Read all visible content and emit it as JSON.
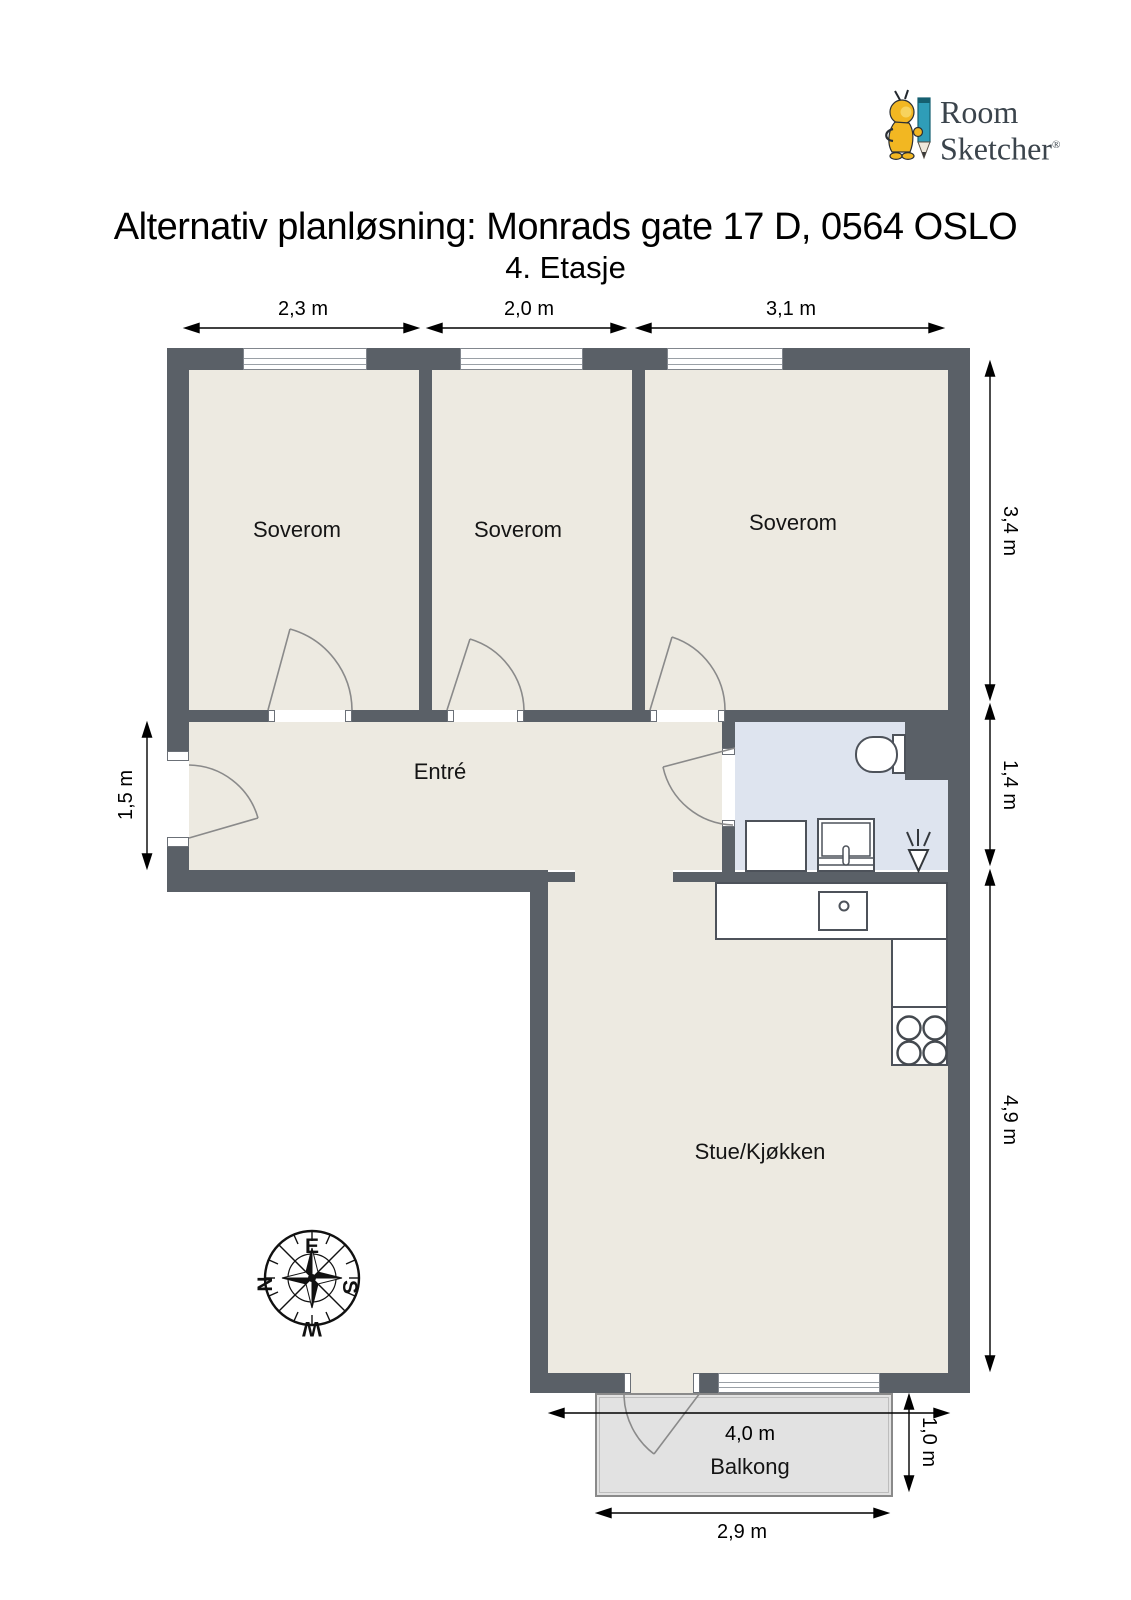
{
  "header": {
    "title": "Alternativ planløsning: Monrads gate 17 D, 0564 OSLO",
    "subtitle": "4. Etasje"
  },
  "logo": {
    "line1": "Room",
    "line2": "Sketcher",
    "registered": "®"
  },
  "rooms": {
    "bedroom1": "Soverom",
    "bedroom2": "Soverom",
    "bedroom3": "Soverom",
    "entry": "Entré",
    "living_kitchen": "Stue/Kjøkken",
    "balcony": "Balkong"
  },
  "dimensions": {
    "bedroom1_width": "2,3 m",
    "bedroom2_width": "2,0 m",
    "bedroom3_width": "3,1 m",
    "bedrooms_depth": "3,4 m",
    "bathroom_depth": "1,4 m",
    "living_depth": "4,9 m",
    "entry_depth": "1,5 m",
    "living_width": "4,0 m",
    "balcony_depth": "1,0 m",
    "balcony_width": "2,9 m"
  },
  "compass": {
    "north": "N",
    "east": "E",
    "south": "S",
    "west": "W"
  },
  "colors": {
    "wall": "#5a6067",
    "floor": "#edeae1",
    "bathroom_floor": "#dee4ef",
    "balcony_floor": "#e2e2e2",
    "logo_yellow": "#f2b722",
    "logo_teal": "#2f9db8",
    "logo_text": "#3b444c"
  }
}
